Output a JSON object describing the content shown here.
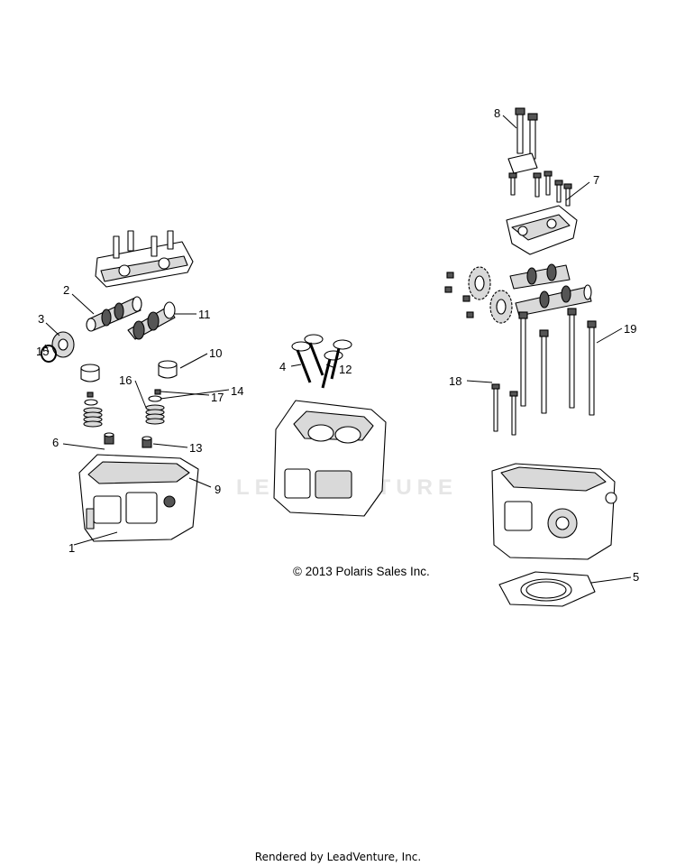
{
  "diagram": {
    "watermark": "LEADVENTURE",
    "copyright": "© 2013 Polaris Sales Inc.",
    "footer": "Rendered by LeadVenture, Inc.",
    "callouts": {
      "c1": "1",
      "c2": "2",
      "c3": "3",
      "c4": "4",
      "c5": "5",
      "c6": "6",
      "c7": "7",
      "c8": "8",
      "c9": "9",
      "c10": "10",
      "c11": "11",
      "c12": "12",
      "c13": "13",
      "c14": "14",
      "c15": "15",
      "c16": "16",
      "c17": "17",
      "c18": "18",
      "c19": "19"
    }
  }
}
